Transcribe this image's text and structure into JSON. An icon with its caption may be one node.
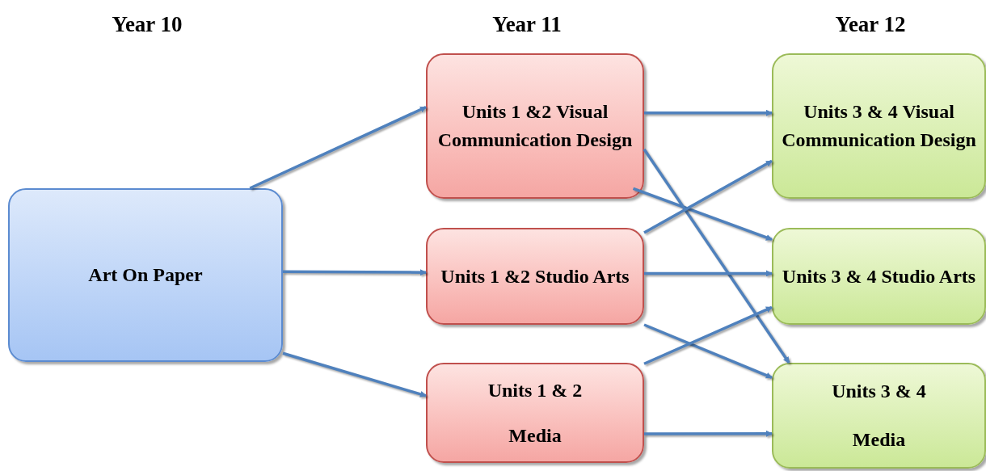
{
  "diagram": {
    "nodes": [
      {
        "text": [
          "Art On Paper"
        ]
      },
      {
        "text": [
          "Units 1 &2 Visual Communication Design"
        ]
      },
      {
        "text": [
          "Units 1 &2 Studio Arts"
        ]
      },
      {
        "text": [
          "Units 1 & 2",
          "Media"
        ]
      },
      {
        "text": [
          "Units 3 & 4 Visual Communication Design"
        ]
      },
      {
        "text": [
          "Units 3 & 4 Studio Arts"
        ]
      },
      {
        "text": [
          "Units 3 & 4",
          "Media"
        ]
      }
    ],
    "edges": [
      {
        "from": 0,
        "to": 1,
        "arrow": "to"
      },
      {
        "from": 0,
        "to": 2,
        "arrow": "to"
      },
      {
        "from": 0,
        "to": 3,
        "arrow": "to"
      },
      {
        "from": 1,
        "to": 4,
        "arrow": "to"
      },
      {
        "from": 1,
        "to": 5,
        "arrow": "to"
      },
      {
        "from": 1,
        "to": 6,
        "arrow": "to"
      },
      {
        "from": 2,
        "to": 4,
        "arrow": "to"
      },
      {
        "from": 2,
        "to": 5,
        "arrow": "to"
      },
      {
        "from": 2,
        "to": 6,
        "arrow": "to"
      },
      {
        "from": 3,
        "to": 5,
        "arrow": "to"
      },
      {
        "from": 3,
        "to": 6,
        "arrow": "to"
      }
    ],
    "labels": [
      "Year 10",
      "Year 11",
      "Year 12"
    ]
  }
}
